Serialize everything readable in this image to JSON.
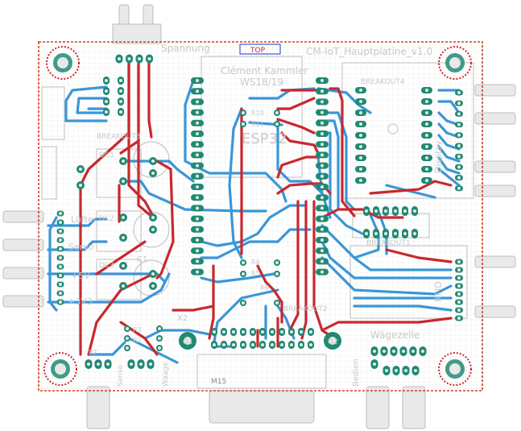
{
  "board": {
    "title": "CM-IoT_Hauptplatine_v1.0",
    "author": "Clément Kammler",
    "class": "WS18/19",
    "mcu_label": "ESP32",
    "top_label": "Spannung",
    "marker": "TOP"
  },
  "labels": {
    "breakout1": "BREAKOUT1",
    "breakout2": "BREAKOUT2",
    "breakout3": "BREAKOUT3",
    "breakout4": "BREAKOUT4",
    "luefter": "Lüfter",
    "servo": "Servo",
    "plus5v": "+5V",
    "plus3v3": "+3V3",
    "dc1": "DC1",
    "dc2": "DC2",
    "dc3": "DC3",
    "c1": "C1",
    "x2": "X2",
    "m15": "M15",
    "g1": "G1",
    "g2": "G2",
    "waegezelle": "Wägezelle",
    "bedien": "Bedien",
    "rfid": "RFID",
    "display": "Display",
    "r1": "R1",
    "r3": "R3",
    "r4": "R4",
    "r5": "R5",
    "r6": "R6",
    "r7": "R7",
    "r10": "R10",
    "r11": "R11",
    "senso": "Senso",
    "waage": "Waage"
  },
  "colors": {
    "background": "#ffffff",
    "grid": "#e4e4e4",
    "outline": "#d04020",
    "top_trace": "#c8282e",
    "bottom_trace": "#3a96d8",
    "pad": "#1f8a72",
    "drill": "#e8e8e8",
    "silk": "#c8c8c8",
    "connector": "#d8d8d8"
  }
}
